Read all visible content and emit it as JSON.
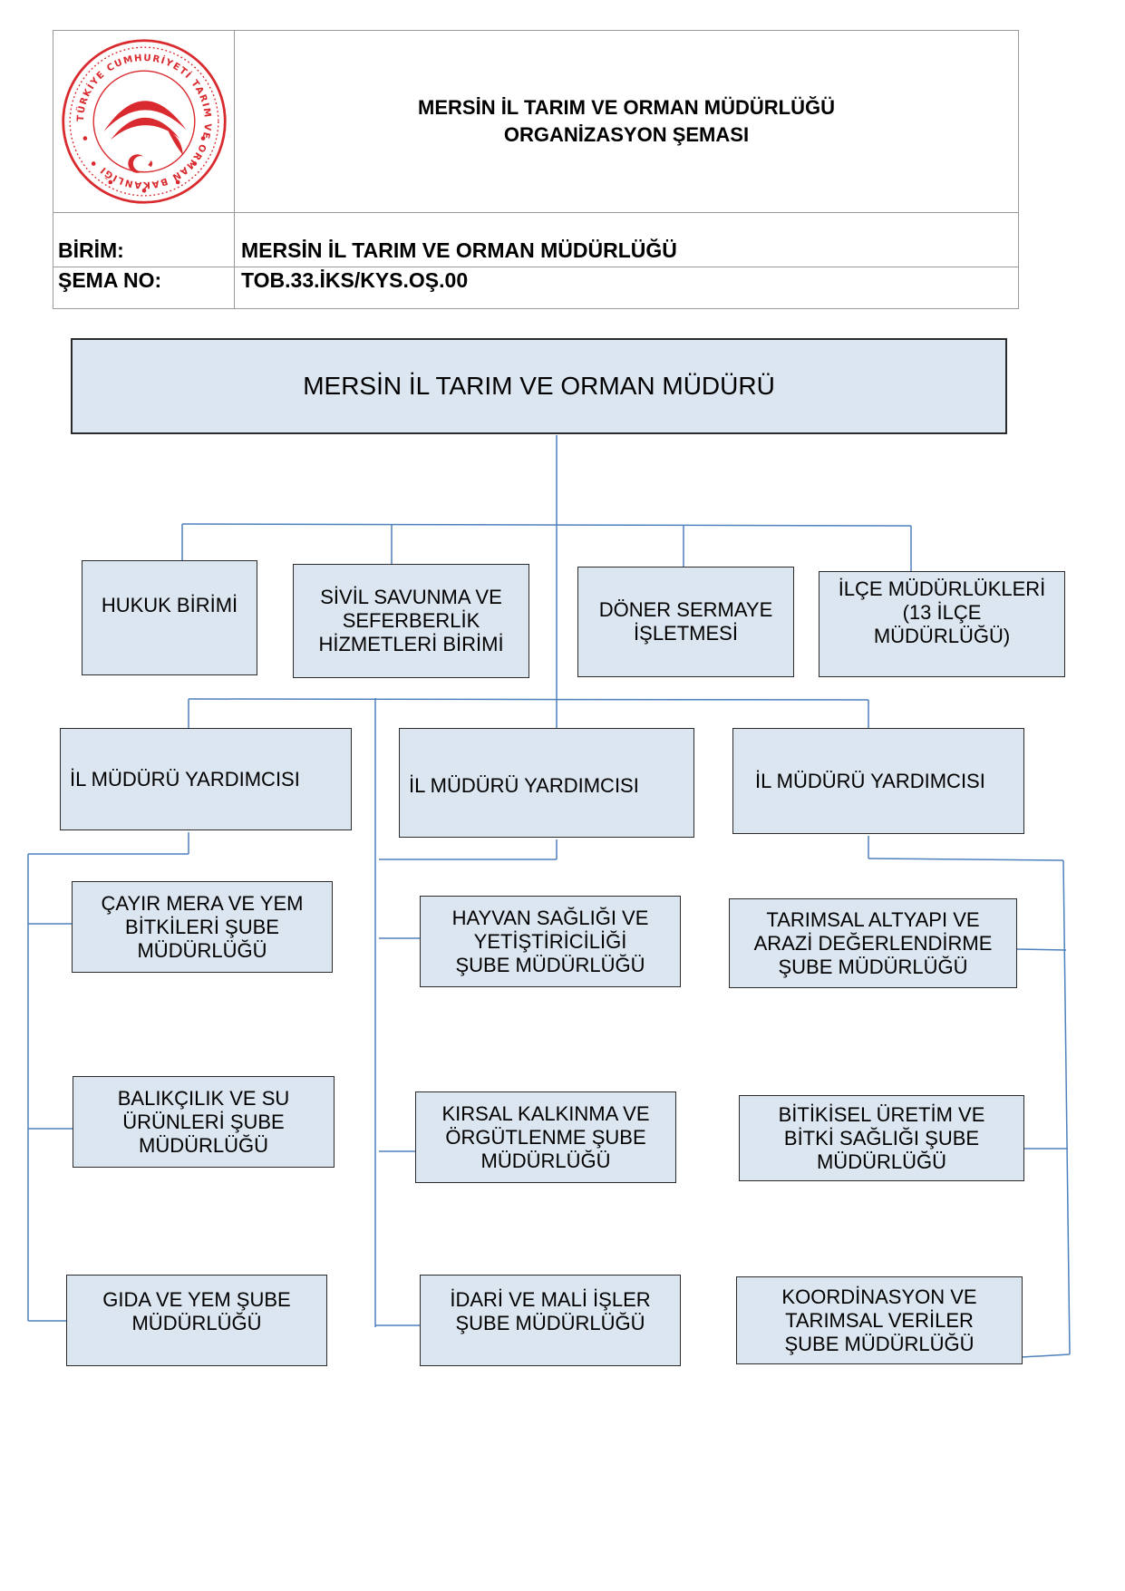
{
  "header": {
    "logo": {
      "icon": "ministry-seal-icon",
      "ring_text": "TÜRKİYE CUMHURİYETİ TARIM VE ORMAN BAKANLIĞI",
      "colors": {
        "red": "#d92b2f"
      }
    },
    "title_line1": "MERSİN İL TARIM VE ORMAN MÜDÜRLÜĞÜ",
    "title_line2": "ORGANİZASYON ŞEMASI",
    "birim_label": "BİRİM:",
    "birim_value": "MERSİN İL TARIM VE ORMAN MÜDÜRLÜĞÜ",
    "sema_label": "ŞEMA NO:",
    "sema_value": "TOB.33.İKS/KYS.OŞ.00"
  },
  "colors": {
    "box_fill": "#dce6f1",
    "connector": "#4f81bd",
    "border": "#2b2b2b"
  },
  "org": {
    "director": "MERSİN İL TARIM VE ORMAN MÜDÜRÜ",
    "units": {
      "hukuk": "HUKUK BİRİMİ",
      "sivil": "SİVİL SAVUNMA VE\nSEFERBERLİK\nHİZMETLERİ BİRİMİ",
      "doner": "DÖNER SERMAYE\nİŞLETMESİ",
      "ilce": "İLÇE MÜDÜRLÜKLERİ\n(13 İLÇE\nMÜDÜRLÜĞÜ)"
    },
    "deputies": [
      "İL MÜDÜRÜ YARDIMCISI",
      "İL MÜDÜRÜ YARDIMCISI",
      "İL MÜDÜRÜ YARDIMCISI"
    ],
    "branches": {
      "left": [
        "ÇAYIR MERA VE YEM\nBİTKİLERİ ŞUBE\nMÜDÜRLÜĞÜ",
        "BALIKÇILIK VE SU\nÜRÜNLERİ ŞUBE\nMÜDÜRLÜĞÜ",
        "GIDA VE YEM ŞUBE\nMÜDÜRLÜĞÜ"
      ],
      "middle": [
        "HAYVAN SAĞLIĞI VE\nYETİŞTİRİCİLİĞİ\nŞUBE MÜDÜRLÜĞÜ",
        "KIRSAL KALKINMA VE\nÖRGÜTLENME ŞUBE\nMÜDÜRLÜĞÜ",
        "İDARİ VE MALİ İŞLER\nŞUBE MÜDÜRLÜĞÜ"
      ],
      "right": [
        "TARIMSAL  ALTYAPI VE\nARAZİ DEĞERLENDİRME\nŞUBE MÜDÜRLÜĞÜ",
        "BİTİKİSEL ÜRETİM VE\nBİTKİ SAĞLIĞI ŞUBE\nMÜDÜRLÜĞÜ",
        "KOORDİNASYON VE\nTARIMSAL VERİLER\nŞUBE MÜDÜRLÜĞÜ"
      ]
    }
  }
}
